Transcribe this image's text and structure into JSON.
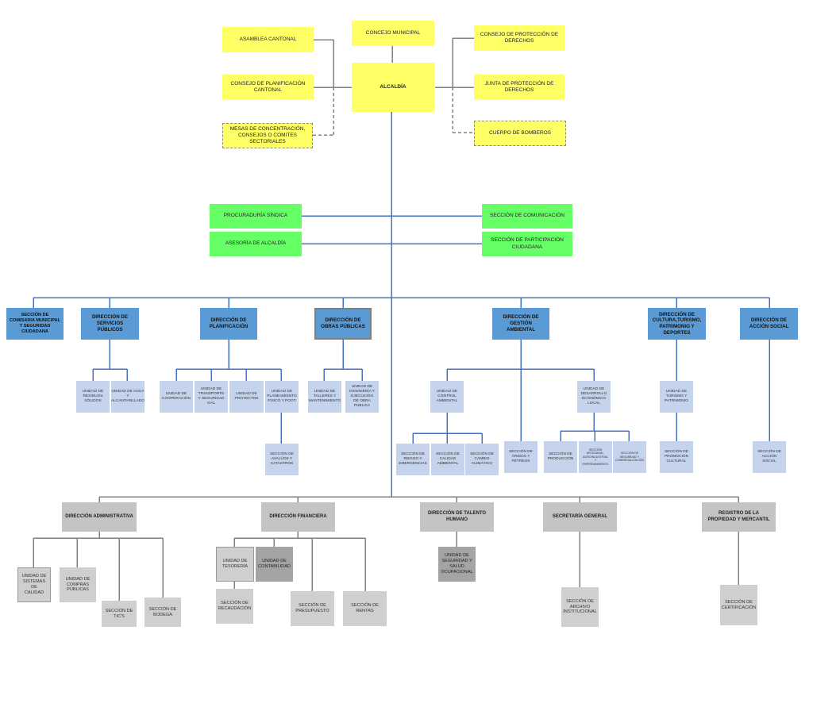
{
  "colors": {
    "yellow": "#ffff66",
    "green": "#66ff66",
    "blue": "#5b9bd5",
    "light_blue": "#c5d3ec",
    "gray": "#c4c4c4",
    "light_gray": "#cfcfcf",
    "dark_gray": "#a4a4a4",
    "blue_line": "#4472c4",
    "gray_line": "#808080"
  },
  "top": {
    "concejo": "CONCEJO MUNICIPAL",
    "alcaldia": "ALCALDÍA",
    "asamblea": "ASAMBLEA CANTONAL",
    "planificacion": "CONSEJO DE PLANIFICACIÓN CANTONAL",
    "mesas": "MESAS DE CONCENTRACIÓN, CONSEJOS O COMITES SECTORIALES",
    "proteccion": "CONSEJO DE PROTECCIÓN DE DERECHOS",
    "junta": "JUNTA DE PROTECCIÓN DE DERECHOS",
    "bomberos": "CUERPO DE BOMBEROS"
  },
  "advisory": {
    "procuraduria": "PROCURADURÍA SÍNDICA",
    "asesoria": "ASESORÍA DE ALCALDÍA",
    "comunicacion": "SECCIÓN DE COMUNICACIÓN",
    "participacion": "SECCIÓN DE PARTICIPACIÓN CIUDADANA"
  },
  "operational": {
    "comisaria": "SECCIÓN DE COMISARIA MUNICIPAL Y SEGURIDAD CIUDADANA",
    "servicios": "DIRECCIÓN DE SERVICIOS PÚBLICOS",
    "planificacion": "DIRECCIÓN DE PLANIFICACIÓN",
    "obras": "DIRECCIÓN DE OBRAS PÚBLICAS",
    "ambiental": "DIRECCIÓN DE GESTIÓN AMBIENTAL",
    "cultura": "DIRECCIÓN DE CULTURA,TURISMO, PATRIMONIO Y DEPORTES",
    "accion": "DIRECCIÓN DE ACCIÓN SOCIAL"
  },
  "units": {
    "residuos": "UNIDAD DE RESIDUOS SÓLIDOS",
    "agua": "UNIDAD DE AGUA Y ALCANTARILLADO",
    "cooperacion": "UNIDAD DE COOPERACIÓN",
    "transporte": "UNIDAD DE TRANSPORTE Y SEGURIDAD VIAL",
    "proyectos": "UNIDAD DE PROYECTOS",
    "planeamiento": "UNIDAD DE PLANEAMIENTO FÍSICO Y POOT",
    "avaluos": "SECCIÓN DE AVALÚOS Y CATASTROS",
    "talleres": "UNIDAD DE TALLERES Y MANTENIMIENTO",
    "ingenieria": "UNIDAD DE INGENIERÍA Y EJECUCIÓN DE OBRA PÚBLICA",
    "control": "UNIDAD DE CONTROL AMBIENTAL",
    "riesgo": "SECCIÓN DE RIESGO Y EMERGENCIAS",
    "calidad_amb": "SECCIÓN DE CALIDAD AMBIENTAL",
    "cambio": "SECCIÓN DE CAMBIO CLIMÁTICO",
    "aridos": "SECCIÓN DE ÁRIDOS Y PÉTREOS",
    "desarrollo": "UNIDAD DE DESARROLLO ECONÓMICO LOCAL",
    "produccion": "SECCIÓN DE PRODUCCIÓN",
    "artesanal": "SECCIÓN ARTESANAL, AGROINDUSTRIAL Y EMPRENDIMIENTO",
    "seguridad_alim": "SECCIÓN DE SEGURIDAD Y COMERCIALIZACIÓN",
    "turismo": "UNIDAD DE TURISMO Y PATRIMONIO",
    "promocion": "SECCIÓN DE PROMOCIÓN CULTURAL",
    "accion_social": "SECCIÓN DE ACCIÓN SOCIAL"
  },
  "support": {
    "administrativa": "DIRECCIÓN ADMINISTRATIVA",
    "financiera": "DIRECCIÓN FINANCIERA",
    "talento": "DIRECCIÓN DE TALENTO HUMANO",
    "secretaria": "SECRETARÍA GENERAL",
    "registro": "REGISTRO DE LA PROPIEDAD Y MERCANTIL",
    "sistemas": "UNIDAD DE SISTEMAS DE CALIDAD",
    "compras": "UNIDAD DE COMPRAS PÚBLICAS",
    "tics": "SECCIÓN DE TIC'S",
    "bodega": "SECCIÓN DE BODEGA",
    "tesoreria": "UNIDAD DE TESORERÍA",
    "contabilidad": "UNIDAD DE CONTABILIDAD",
    "recaudacion": "SECCIÓN DE RECAUDACIÓN",
    "presupuesto": "SECCIÓN DE PRESUPUESTO",
    "rentas": "SECCIÓN DE RENTAS",
    "salud": "UNIDAD DE SEGURIDAD Y SALUD OCUPACIONAL",
    "archivo": "SECCIÓN DE ARCHIVO INSTITUCIONAL",
    "certificacion": "SECCIÓN DE CERTIFICACIÓN"
  }
}
